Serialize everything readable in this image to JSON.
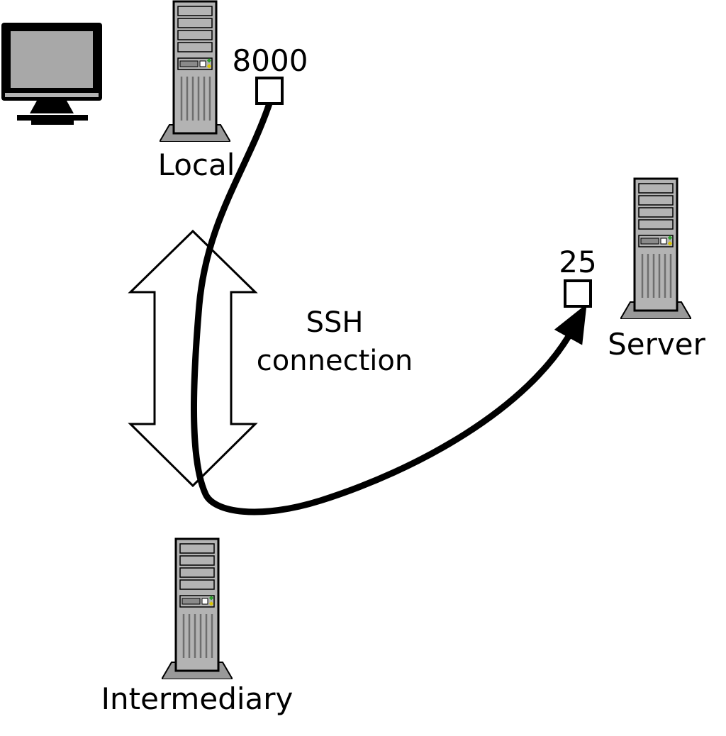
{
  "nodes": {
    "local": {
      "label": "Local",
      "port": "8000"
    },
    "intermediary": {
      "label": "Intermediary"
    },
    "server": {
      "label": "Server",
      "port": "25"
    }
  },
  "connection": {
    "label_line1": "SSH",
    "label_line2": "connection"
  },
  "colors": {
    "tower_fill": "#b3b3b3",
    "tower_shadow": "#999999",
    "monitor_screen": "#a8a8a8",
    "outline": "#000000",
    "background": "#ffffff",
    "led_green": "#2e9e2e",
    "led_yellow": "#d8c400"
  }
}
